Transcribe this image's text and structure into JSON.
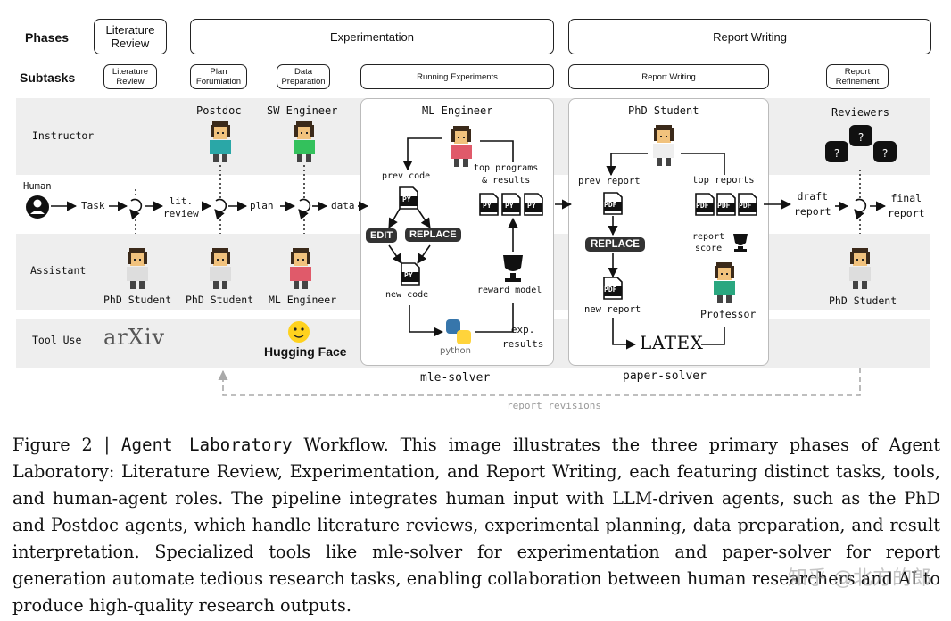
{
  "rows": {
    "phases": "Phases",
    "subtasks": "Subtasks",
    "instructor": "Instructor",
    "human": "Human",
    "assistant": "Assistant",
    "tool_use": "Tool Use"
  },
  "phases": {
    "literature": "Literature\nReview",
    "experimentation": "Experimentation",
    "report_writing": "Report Writing"
  },
  "subtasks": {
    "literature": "Literature\nReview",
    "plan": "Plan\nForumlation",
    "data": "Data\nPreparation",
    "running": "Running Experiments",
    "report": "Report Writing",
    "refinement": "Report\nRefinement"
  },
  "instructors": {
    "postdoc": "Postdoc",
    "sw_engineer": "SW Engineer",
    "ml_engineer": "ML Engineer",
    "phd_student": "PhD Student",
    "reviewers": "Reviewers"
  },
  "flow": {
    "task": "Task",
    "lit_review": "lit.\nreview",
    "plan": "plan",
    "data": "data",
    "draft_report": "draft\nreport",
    "final_report": "final\nreport"
  },
  "assistants": {
    "a1": "PhD Student",
    "a2": "PhD Student",
    "a3": "ML Engineer",
    "a4": "PhD Student",
    "professor": "Professor"
  },
  "tools": {
    "arxiv": "arXiv",
    "hugging_face": "Hugging Face",
    "python": "python"
  },
  "mle": {
    "prev_code": "prev code",
    "top_programs": "top programs\n& results",
    "edit": "EDIT",
    "replace": "REPLACE",
    "new_code": "new code",
    "reward_model": "reward model",
    "exp_results": "exp.\nresults",
    "py": "PY",
    "name": "mle-solver"
  },
  "paper": {
    "prev_report": "prev report",
    "top_reports": "top reports",
    "replace": "REPLACE",
    "report_score": "report\nscore",
    "new_report": "new report",
    "latex": "LATEX",
    "pdf": "PDF",
    "name": "paper-solver"
  },
  "report_revisions": "report revisions",
  "caption": {
    "prefix": "Figure 2 | ",
    "mono": "Agent Laboratory",
    "text": " Workflow. This image illustrates the three primary phases of Agent Laboratory: Literature Review, Experimentation, and Report Writing, each featuring distinct tasks, tools, and human-agent roles. The pipeline integrates human input with LLM-driven agents, such as the PhD and Postdoc agents, which handle literature reviews, experimental planning, data preparation, and result interpretation. Specialized tools like mle-solver for experimentation and paper-solver for report generation automate tedious research tasks, enabling collaboration between human researchers and AI to produce high-quality research outputs."
  },
  "watermark": "知乎 @北方的郎",
  "colors": {
    "band": "#eeeeee",
    "pill": "#333333",
    "skin": "#f1c27d",
    "hair": "#3b2a1a"
  }
}
